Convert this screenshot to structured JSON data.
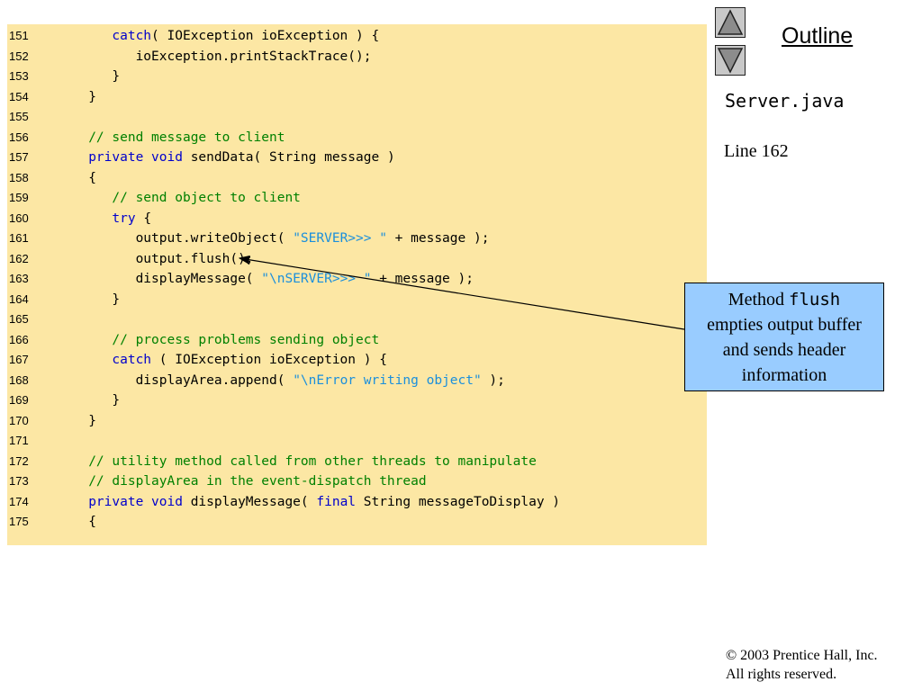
{
  "code": {
    "lines": [
      {
        "num": "151",
        "indent": "      ",
        "parts": [
          {
            "t": "kw",
            "v": "catch"
          },
          {
            "t": "tx",
            "v": "( IOException ioException ) {"
          }
        ]
      },
      {
        "num": "152",
        "indent": "         ",
        "parts": [
          {
            "t": "tx",
            "v": "ioException.printStackTrace();"
          }
        ]
      },
      {
        "num": "153",
        "indent": "      ",
        "parts": [
          {
            "t": "tx",
            "v": "}"
          }
        ]
      },
      {
        "num": "154",
        "indent": "   ",
        "parts": [
          {
            "t": "tx",
            "v": "}"
          }
        ]
      },
      {
        "num": "155",
        "indent": "",
        "parts": []
      },
      {
        "num": "156",
        "indent": "   ",
        "parts": [
          {
            "t": "cm",
            "v": "// send message to client"
          }
        ]
      },
      {
        "num": "157",
        "indent": "   ",
        "parts": [
          {
            "t": "kw",
            "v": "private"
          },
          {
            "t": "tx",
            "v": " "
          },
          {
            "t": "kw",
            "v": "void"
          },
          {
            "t": "tx",
            "v": " sendData( String message )"
          }
        ]
      },
      {
        "num": "158",
        "indent": "   ",
        "parts": [
          {
            "t": "tx",
            "v": "{"
          }
        ]
      },
      {
        "num": "159",
        "indent": "      ",
        "parts": [
          {
            "t": "cm",
            "v": "// send object to client"
          }
        ]
      },
      {
        "num": "160",
        "indent": "      ",
        "parts": [
          {
            "t": "kw",
            "v": "try"
          },
          {
            "t": "tx",
            "v": " {"
          }
        ]
      },
      {
        "num": "161",
        "indent": "         ",
        "parts": [
          {
            "t": "tx",
            "v": "output.writeObject( "
          },
          {
            "t": "st",
            "v": "\"SERVER>>> \""
          },
          {
            "t": "tx",
            "v": " + message );"
          }
        ]
      },
      {
        "num": "162",
        "indent": "         ",
        "parts": [
          {
            "t": "tx",
            "v": "output.flush();"
          }
        ]
      },
      {
        "num": "163",
        "indent": "         ",
        "parts": [
          {
            "t": "tx",
            "v": "displayMessage( "
          },
          {
            "t": "st",
            "v": "\"\\nSERVER>>> \""
          },
          {
            "t": "tx",
            "v": " + message );"
          }
        ]
      },
      {
        "num": "164",
        "indent": "      ",
        "parts": [
          {
            "t": "tx",
            "v": "}"
          }
        ]
      },
      {
        "num": "165",
        "indent": "",
        "parts": []
      },
      {
        "num": "166",
        "indent": "      ",
        "parts": [
          {
            "t": "cm",
            "v": "// process problems sending object"
          }
        ]
      },
      {
        "num": "167",
        "indent": "      ",
        "parts": [
          {
            "t": "kw",
            "v": "catch"
          },
          {
            "t": "tx",
            "v": " ( IOException ioException ) {"
          }
        ]
      },
      {
        "num": "168",
        "indent": "         ",
        "parts": [
          {
            "t": "tx",
            "v": "displayArea.append( "
          },
          {
            "t": "st",
            "v": "\"\\nError writing object\""
          },
          {
            "t": "tx",
            "v": " );"
          }
        ]
      },
      {
        "num": "169",
        "indent": "      ",
        "parts": [
          {
            "t": "tx",
            "v": "}"
          }
        ]
      },
      {
        "num": "170",
        "indent": "   ",
        "parts": [
          {
            "t": "tx",
            "v": "}"
          }
        ]
      },
      {
        "num": "171",
        "indent": "",
        "parts": []
      },
      {
        "num": "172",
        "indent": "   ",
        "parts": [
          {
            "t": "cm",
            "v": "// utility method called from other threads to manipulate"
          }
        ]
      },
      {
        "num": "173",
        "indent": "   ",
        "parts": [
          {
            "t": "cm",
            "v": "// displayArea in the event-dispatch thread"
          }
        ]
      },
      {
        "num": "174",
        "indent": "   ",
        "parts": [
          {
            "t": "kw",
            "v": "private"
          },
          {
            "t": "tx",
            "v": " "
          },
          {
            "t": "kw",
            "v": "void"
          },
          {
            "t": "tx",
            "v": " displayMessage( "
          },
          {
            "t": "kw",
            "v": "final"
          },
          {
            "t": "tx",
            "v": " String messageToDisplay )"
          }
        ]
      },
      {
        "num": "175",
        "indent": "   ",
        "parts": [
          {
            "t": "tx",
            "v": "{"
          }
        ]
      }
    ],
    "colors": {
      "background": "#fce7a4",
      "keyword": "#0000cc",
      "comment": "#008000",
      "string": "#1a8fdc"
    }
  },
  "nav": {
    "up_icon": "triangle-up-icon",
    "down_icon": "triangle-down-icon"
  },
  "sidebar": {
    "outline_title": "Outline",
    "file_name": "Server.java",
    "line_ref": "Line 162"
  },
  "callout": {
    "prefix": "Method ",
    "code_word": "flush",
    "line2": "empties output buffer",
    "line3": "and sends header",
    "line4": "information",
    "background": "#99ccff"
  },
  "footer": {
    "copyright_symbol": "©",
    "copyright_text": " 2003 Prentice Hall, Inc.",
    "rights": "All rights reserved."
  }
}
